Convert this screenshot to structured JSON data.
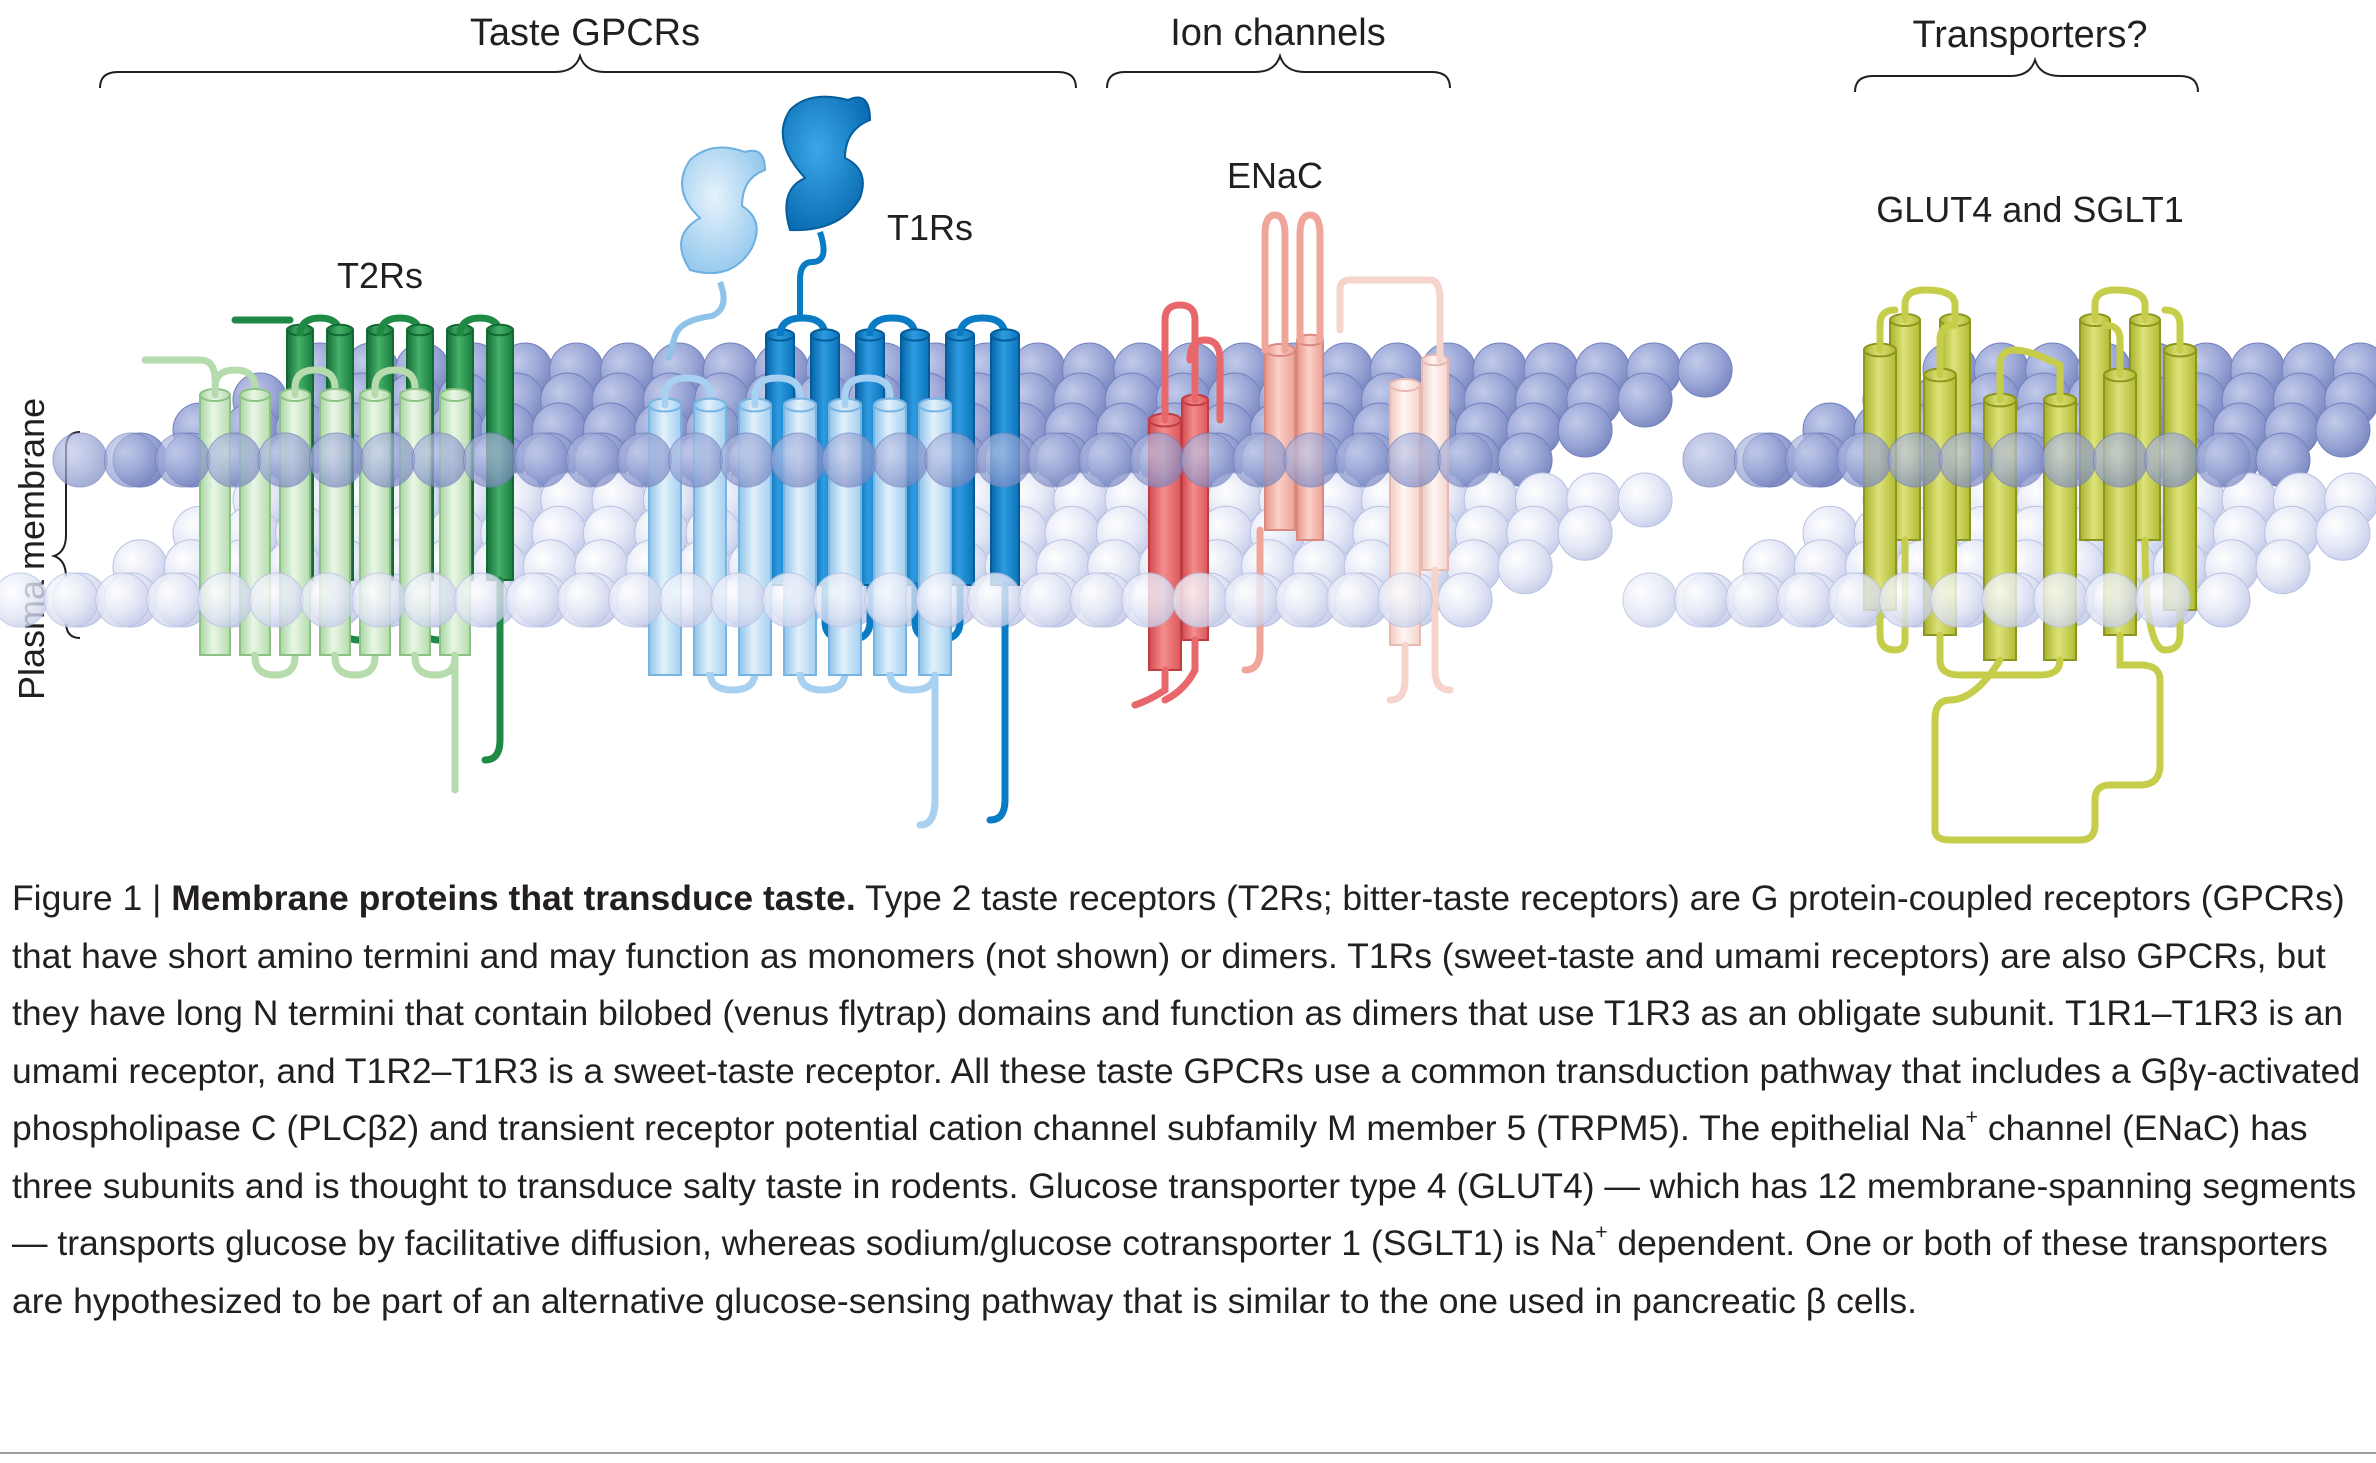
{
  "figure": {
    "groups": {
      "taste_gpcrs": "Taste GPCRs",
      "ion_channels": "Ion channels",
      "transporters": "Transporters?"
    },
    "proteins": {
      "t2rs": "T2Rs",
      "t1rs": "T1Rs",
      "enac": "ENaC",
      "glut4_sglt1": "GLUT4 and SGLT1"
    },
    "membrane_label": "Plasma membrane",
    "colors": {
      "t2r_light": "#cfe9c8",
      "t2r_dark": "#1f8a45",
      "t1r_light": "#b9dbf4",
      "t1r_dark": "#0a7cc6",
      "enac_red": "#e8676a",
      "enac_pink": "#f3b0a7",
      "enac_pale": "#fbe3de",
      "glut_green": "#c5cd4a",
      "lipid_top": "#8e9ccf",
      "lipid_bottom": "#dfe3f4"
    }
  },
  "caption": {
    "figure_number": "Figure 1 |",
    "title": "Membrane proteins that transduce taste.",
    "part1": " Type 2 taste receptors (T2Rs; bitter-taste receptors) are G protein-coupled receptors (GPCRs) that have short amino termini and may function as monomers (not shown) or dimers. T1Rs (sweet-taste and umami receptors) are also GPCRs, but they have long N termini that contain bilobed (venus flytrap) domains and function as dimers that use T1R3 as an obligate subunit. T1R1–T1R3 is an umami receptor, and T1R2–T1R3 is a sweet-taste receptor. All these taste GPCRs use a common transduction pathway that includes a Gβγ-activated phospholipase C (PLCβ2) and transient receptor potential cation channel subfamily M member 5 (TRPM5). The epithelial Na",
    "sup1": "+",
    "part2": " channel (ENaC) has three subunits and is thought to transduce salty taste in rodents. Glucose transporter type 4 (GLUT4) — which has 12 membrane-spanning segments — transports glucose by facilitative diffusion, whereas sodium/glucose cotransporter 1 (SGLT1) is Na",
    "sup2": "+",
    "part3": " dependent. One or both of these transporters are hypothesized to be part of an alternative glucose-sensing pathway that is similar to the one used in pancreatic β cells."
  }
}
